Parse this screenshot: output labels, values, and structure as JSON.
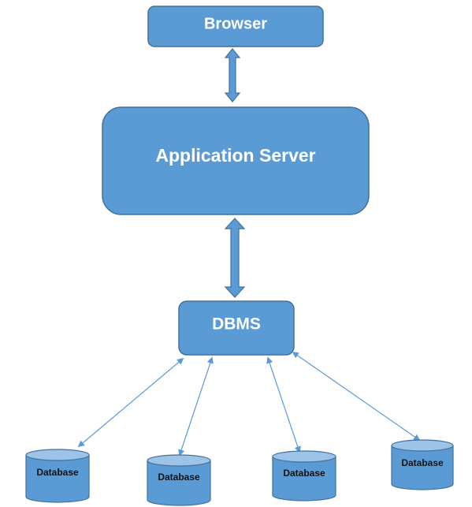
{
  "nodes": {
    "browser": {
      "label": "Browser"
    },
    "app_server": {
      "label": "Application Server"
    },
    "dbms": {
      "label": "DBMS"
    }
  },
  "databases": [
    {
      "label": "Database"
    },
    {
      "label": "Database"
    },
    {
      "label": "Database"
    },
    {
      "label": "Database"
    }
  ],
  "colors": {
    "box_fill": "#5b9bd5",
    "box_stroke": "#41719c",
    "connector": "#5b9bd5",
    "cylinder_top": "#9dc3e6",
    "text_light": "#ffffff",
    "text_dark": "#111111"
  },
  "icons": {
    "bidirectional_arrow": "double-headed-arrow",
    "database": "cylinder"
  }
}
